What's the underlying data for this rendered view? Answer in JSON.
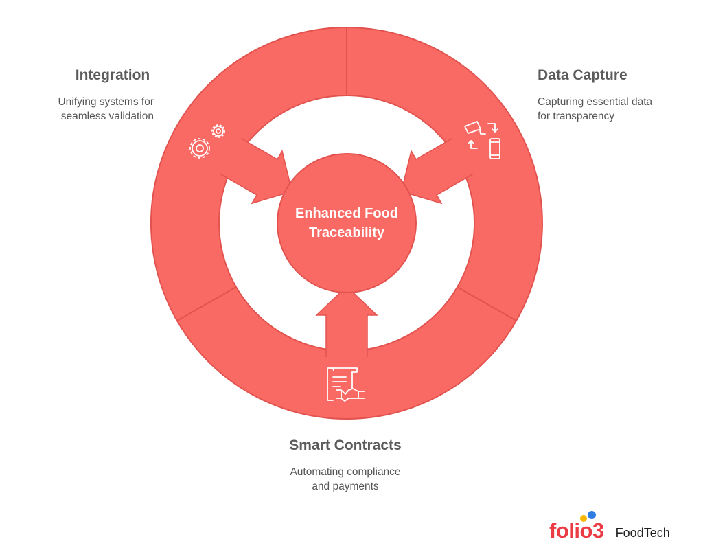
{
  "center": {
    "line1": "Enhanced Food",
    "line2": "Traceability"
  },
  "segments": [
    {
      "title": "Integration",
      "desc1": "Unifying systems for",
      "desc2": "seamless validation",
      "icon": "gears-icon"
    },
    {
      "title": "Data Capture",
      "desc1": "Capturing essential data",
      "desc2": "for transparency",
      "icon": "camera-phone-sync-icon"
    },
    {
      "title": "Smart Contracts",
      "desc1": "Automating compliance",
      "desc2": "and payments",
      "icon": "contract-handshake-icon"
    }
  ],
  "logo": {
    "brand": "folio3",
    "product": "FoodTech"
  },
  "colors": {
    "fill": "#f96a64",
    "stroke": "#e2534f",
    "text": "#5b5b5b"
  }
}
